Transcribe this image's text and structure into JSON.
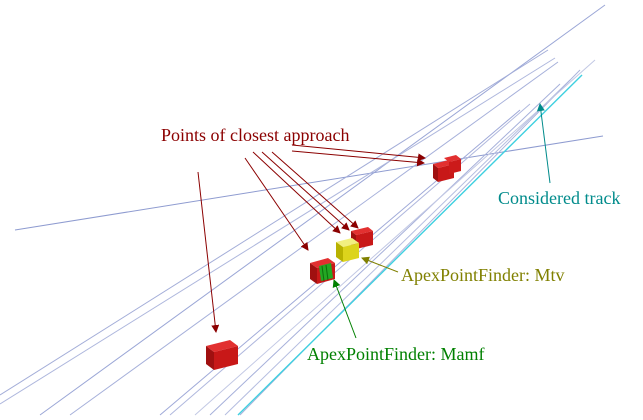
{
  "labels": {
    "points_of_closest_approach": "Points of closest approach",
    "considered_track": "Considered track",
    "apex_mtv": "ApexPointFinder: Mtv",
    "apex_mamf": "ApexPointFinder: Mamf"
  },
  "colors": {
    "poca": "#8b0000",
    "considered_track": "#008b8b",
    "mtv": "#808000",
    "mamf": "#008000",
    "track_line": "#9aa6d6",
    "cyan_track": "#3fd0e0"
  }
}
